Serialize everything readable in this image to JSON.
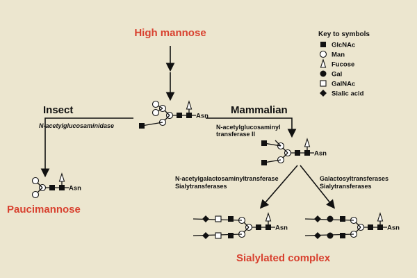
{
  "title": "High mannose",
  "paths": {
    "insect": "Insect",
    "mammalian": "Mammalian"
  },
  "enzymes": {
    "insect": "N-acetylglucosaminidase",
    "mammalian_line1": "N-acetylglucosaminyl",
    "mammalian_line2": "transferase II",
    "left_line1": "N-acetylgalactosaminyltransferase",
    "left_line2": "Sialytransferases",
    "right_line1": "Galactosyltransferases",
    "right_line2": "Sialytransferases"
  },
  "products": {
    "paucimannose": "Paucimannose",
    "sialylated": "Sialylated complex"
  },
  "asn_label": "Asn",
  "legend": {
    "title": "Key to symbols",
    "items": [
      {
        "symbol": "filled-square",
        "label": "GlcNAc"
      },
      {
        "symbol": "open-circle",
        "label": "Man"
      },
      {
        "symbol": "open-triangle",
        "label": "Fucose"
      },
      {
        "symbol": "filled-circle",
        "label": "Gal"
      },
      {
        "symbol": "open-square",
        "label": "GalNAc"
      },
      {
        "symbol": "filled-diamond",
        "label": "Sialic acid"
      }
    ]
  },
  "colors": {
    "background": "#ece6cf",
    "accent_red": "#d8412f",
    "ink": "#111111"
  }
}
